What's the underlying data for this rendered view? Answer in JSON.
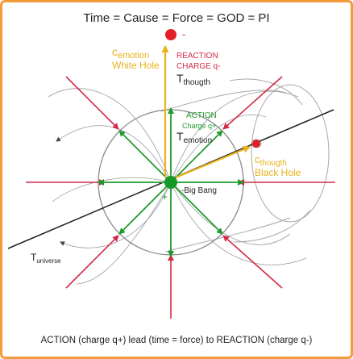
{
  "title": "Time = Cause = Force = GOD = PI",
  "caption": "ACTION (charge q+)  lead (time = force) to REACTION (charge q-)",
  "labels": {
    "c_white_base": "c",
    "c_white_sub": "emotion",
    "white_hole": "White Hole",
    "reaction_line1": "REACTION",
    "reaction_line2": "CHARGE q-",
    "t_thought_base": "T",
    "t_thought_sub": "thougth",
    "action_line1": "ACTION",
    "action_line2": "Charge q+",
    "t_emotion_base": "T",
    "t_emotion_sub": "emotion",
    "c_black_base": "c",
    "c_black_sub": "thougth",
    "black_hole": "Black Hole",
    "big_bang": "-Big Bang",
    "t_universe_base": "T",
    "t_universe_sub": "universe",
    "minus_sign": "-",
    "plus_sign": "+"
  },
  "colors": {
    "frame": "#f39a3a",
    "red": "#d42a45",
    "green": "#1f9a2c",
    "yellow": "#e9b21b",
    "dot_red": "#e21f26",
    "dot_green": "#149a24",
    "gray": "#8a8a8a",
    "dark": "#222222"
  }
}
